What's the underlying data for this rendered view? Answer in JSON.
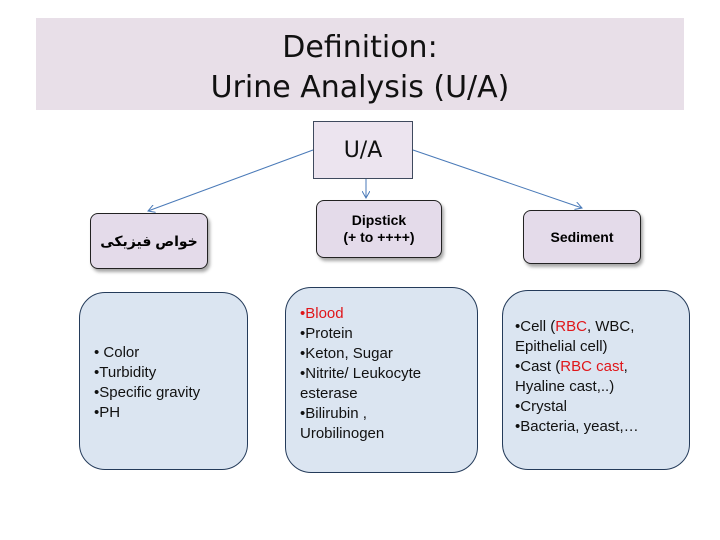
{
  "title": {
    "line1": "Definition:",
    "line2": "Urine Analysis (U/A)"
  },
  "root": {
    "label": "U/A"
  },
  "categories": {
    "physical": {
      "label": "خواص فیزیکی"
    },
    "dipstick": {
      "line1": "Dipstick",
      "line2": "(+ to ++++)"
    },
    "sediment": {
      "label": "Sediment"
    }
  },
  "physical_items": [
    "• Color",
    "•Turbidity",
    "•Specific gravity",
    "•PH"
  ],
  "dipstick_items": [
    "•Blood",
    "•Protein",
    "•Keton, Sugar",
    "•Nitrite/ Leukocyte",
    "esterase",
    "•Bilirubin ,",
    "Urobilinogen"
  ],
  "sediment_items": {
    "cell_prefix": "•Cell (",
    "cell_red": "RBC",
    "cell_suffix": ", WBC,",
    "cell_cont": "Epithelial cell)",
    "cast_prefix": "•Cast (",
    "cast_red": "RBC cast",
    "cast_suffix": ",",
    "cast_cont": "Hyaline cast,..)",
    "crystal": "•Crystal",
    "bacteria": "•Bacteria, yeast,…"
  },
  "colors": {
    "highlight_red": "#e0161a",
    "title_band": "#e8dfe8",
    "card_fill": "#dbe5f1",
    "category_fill": "#e4dbea",
    "connector": "#4a7ab8"
  }
}
